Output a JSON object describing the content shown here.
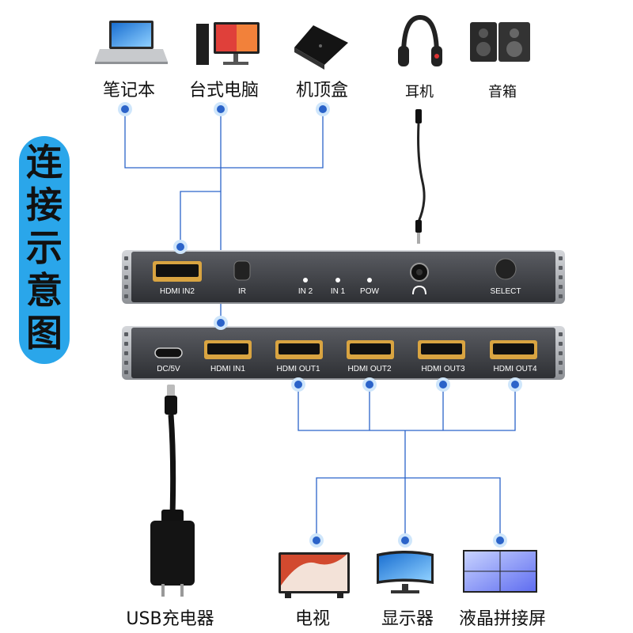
{
  "title": "连接示意图",
  "sources": [
    {
      "label": "笔记本",
      "icon": "laptop-icon"
    },
    {
      "label": "台式电脑",
      "icon": "desktop-computer-icon"
    },
    {
      "label": "机顶盒",
      "icon": "set-top-box-icon"
    }
  ],
  "audio": [
    {
      "label": "耳机",
      "icon": "headphones-icon"
    },
    {
      "label": "音箱",
      "icon": "speakers-icon"
    }
  ],
  "top_panel_ports": {
    "hdmi_in2": "HDMI IN2",
    "ir": "IR",
    "in2": "IN 2",
    "in1": "IN 1",
    "pow": "POW",
    "select": "SELECT"
  },
  "bottom_panel_ports": {
    "dc": "DC/5V",
    "hdmi_in1": "HDMI IN1",
    "outputs": [
      "HDMI OUT1",
      "HDMI OUT2",
      "HDMI OUT3",
      "HDMI OUT4"
    ]
  },
  "charger_label": "USB充电器",
  "displays": [
    {
      "label": "电视",
      "icon": "tv-icon"
    },
    {
      "label": "显示器",
      "icon": "monitor-icon"
    },
    {
      "label": "液晶拼接屏",
      "icon": "video-wall-icon"
    }
  ],
  "colors": {
    "accent": "#2aa6ea",
    "line": "#2b63c9",
    "panel": "#4a4c52",
    "hdmi_gold": "#d9a441"
  }
}
